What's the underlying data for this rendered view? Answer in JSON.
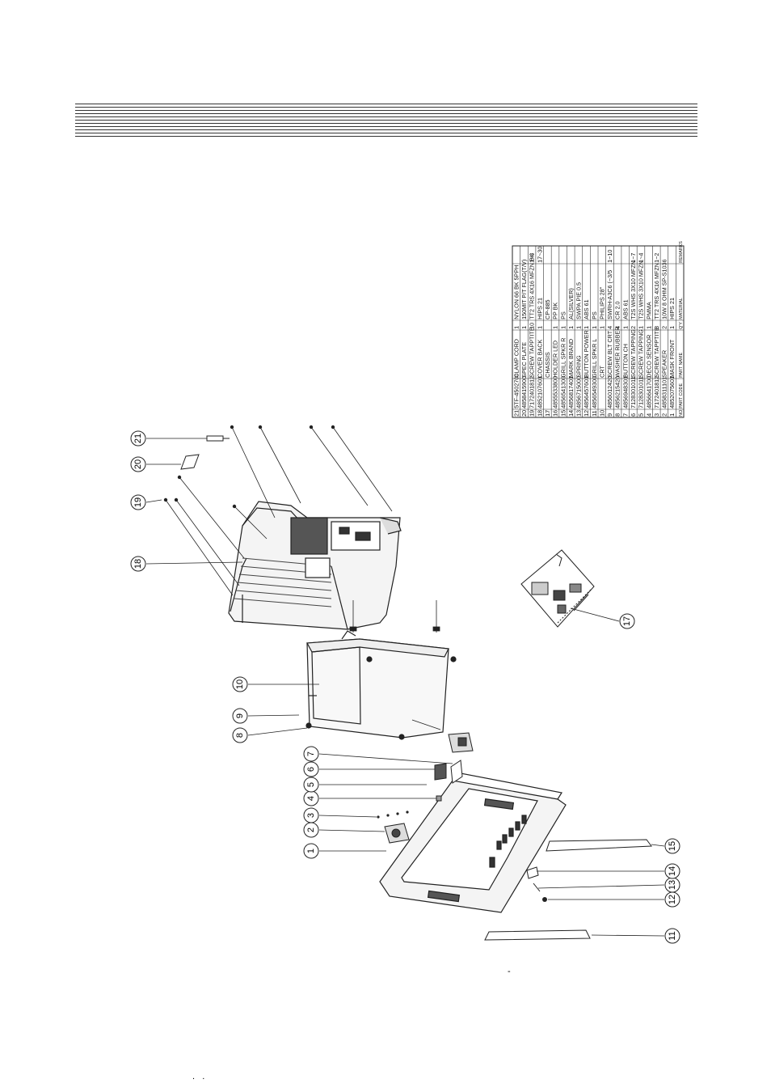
{
  "parts_table": {
    "headers": {
      "no": "NO",
      "part_code": "PART CODE",
      "part_name": "PART NAME",
      "qty": "Q'Y",
      "material": "MATERIAL",
      "remarks": "REMARKS"
    },
    "rows": [
      {
        "no": "21",
        "code": "5TF-4502700",
        "name": "CLAMP CORD",
        "qty": "1",
        "mat": "NYLON 66 BK 5PPH",
        "rem": ""
      },
      {
        "no": "20",
        "code": "4858415900",
        "name": "SPEC PLATE",
        "qty": "1",
        "mat": "150MIT P/T FLAG(T/V)",
        "rem": ""
      },
      {
        "no": "19",
        "code": "7172401812",
        "name": "SCREW TAPPTITE",
        "qty": "10",
        "mat": "TT2 TRS 4X16 MFZN BK",
        "rem": "1~3"
      },
      {
        "no": "18",
        "code": "4852107601",
        "name": "COVER BACK",
        "qty": "1",
        "mat": "HIPS 21",
        "rem": "17~30"
      },
      {
        "no": "17",
        "code": "",
        "name": "CHASSIS",
        "qty": "",
        "mat": "CP-885",
        "rem": ""
      },
      {
        "no": "16",
        "code": "4855533800",
        "name": "HOLDER LED",
        "qty": "1",
        "mat": "PP BK",
        "rem": ""
      },
      {
        "no": "15",
        "code": "4856541300",
        "name": "GRILL SPKR R",
        "qty": "1",
        "mat": "PS",
        "rem": ""
      },
      {
        "no": "14",
        "code": "4856817401",
        "name": "MARK BRAND",
        "qty": "1",
        "mat": "AL(SILVER)",
        "rem": ""
      },
      {
        "no": "13",
        "code": "4856715000",
        "name": "SPRING",
        "qty": "1",
        "mat": "SWPA PIE 0.5",
        "rem": ""
      },
      {
        "no": "12",
        "code": "4856457601",
        "name": "BUTTON POWER",
        "qty": "1",
        "mat": "ABS 61",
        "rem": ""
      },
      {
        "no": "11",
        "code": "4856549300",
        "name": "GRILL SPKR L",
        "qty": "1",
        "mat": "PS",
        "rem": ""
      },
      {
        "no": "10",
        "code": "",
        "name": "CRT",
        "qty": "1",
        "mat": "PHILIPS 28\"",
        "rem": ""
      },
      {
        "no": "9",
        "code": "4856012420",
        "name": "SCREW BLT CRT",
        "qty": "4",
        "mat": "SWRH-A3C6 (~3/5",
        "rem": "1~10"
      },
      {
        "no": "8",
        "code": "4856215420",
        "name": "WASHER RUBBER",
        "qty": "4",
        "mat": "CR 2.0",
        "rem": ""
      },
      {
        "no": "7",
        "code": "4856948301",
        "name": "BUTTON CH",
        "qty": "1",
        "mat": "ABS 61",
        "rem": ""
      },
      {
        "no": "6",
        "code": "7128301011",
        "name": "SCREW TAPPING",
        "qty": "2",
        "mat": "T2S WHS 3X10 MFZN",
        "rem": "1~7"
      },
      {
        "no": "5",
        "code": "7128301011",
        "name": "SCREW TAPPING",
        "qty": "1",
        "mat": "T2S WHS 3X10 MFZN",
        "rem": "1~4"
      },
      {
        "no": "4",
        "code": "4856641700",
        "name": "DECO SENSOR",
        "qty": "1",
        "mat": "PMMA",
        "rem": ""
      },
      {
        "no": "3",
        "code": "7172401812",
        "name": "SCREW TAPPTITE",
        "qty": "8",
        "mat": "TT2 TRS 4X16 MFZN",
        "rem": "1~2"
      },
      {
        "no": "2",
        "code": "4858311101",
        "name": "SPEAKER",
        "qty": "2",
        "mat": "10W 8 OHM SP-S1036",
        "rem": ""
      },
      {
        "no": "1",
        "code": "4852075601",
        "name": "MASK FRONT",
        "qty": "1",
        "mat": "HIPS 21",
        "rem": ""
      }
    ]
  },
  "callouts": [
    "1",
    "2",
    "3",
    "4",
    "5",
    "6",
    "7",
    "8",
    "9",
    "10",
    "11",
    "12",
    "13",
    "14",
    "15",
    "17",
    "18",
    "19",
    "20",
    "21"
  ],
  "stray_marks": {
    "dash": "-",
    "dots": ".   ."
  }
}
